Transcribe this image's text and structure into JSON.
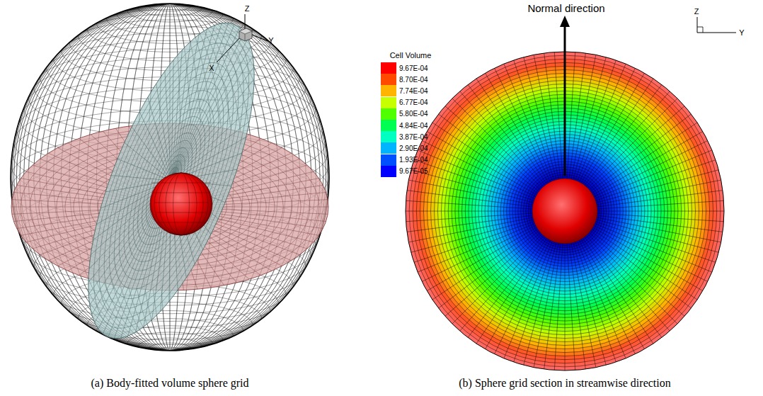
{
  "diagram": {
    "labels": [
      "Z",
      "X",
      "Y",
      "Cell Volume",
      "Normal direction",
      "Z",
      "Y",
      "(a) Body-fitted volume sphere grid",
      "(b) Sphere grid section in streamwise direction"
    ],
    "legend": [
      {
        "text": "9.67E-04",
        "color": "#ff0000"
      },
      {
        "text": "8.70E-04",
        "color": "#ff4a00"
      },
      {
        "text": "7.74E-04",
        "color": "#ffb400"
      },
      {
        "text": "6.77E-04",
        "color": "#c8ff00"
      },
      {
        "text": "5.80E-04",
        "color": "#50ff00"
      },
      {
        "text": "4.84E-04",
        "color": "#00ff50"
      },
      {
        "text": "3.87E-04",
        "color": "#00ffc0"
      },
      {
        "text": "2.90E-04",
        "color": "#00b4ff"
      },
      {
        "text": "1.93E-04",
        "color": "#0050ff"
      },
      {
        "text": "9.67E-05",
        "color": "#0000ff"
      }
    ]
  }
}
